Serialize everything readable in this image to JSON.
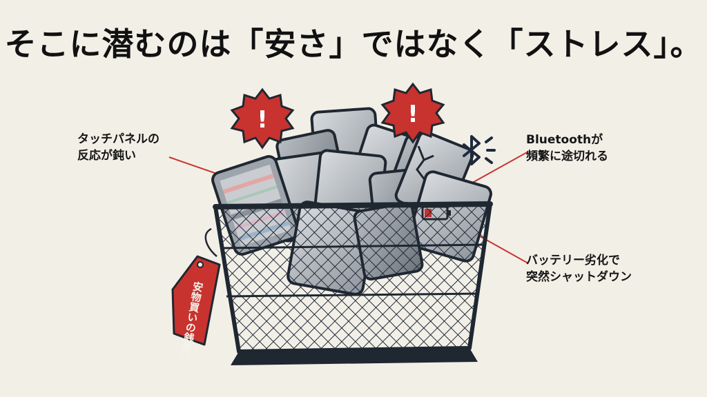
{
  "headline": "そこに潜むのは「安さ」ではなく「ストレス」。",
  "callouts": {
    "touch": {
      "line1": "タッチパネルの",
      "line2": "反応が鈍い"
    },
    "bluetooth": {
      "line1": "Bluetoothが",
      "line2": "頻繁に途切れる"
    },
    "battery": {
      "line1": "バッテリー劣化で",
      "line2": "突然シャットダウン"
    }
  },
  "price_tag": {
    "text": "安物買いの銭失い"
  },
  "alerts": {
    "symbol": "!"
  },
  "colors": {
    "background": "#f2efe7",
    "ink": "#1c2430",
    "accent_red": "#c8332f",
    "bluetooth_navy": "#1e2a3c"
  },
  "icons": [
    "alert-burst-icon",
    "bluetooth-icon",
    "low-battery-icon",
    "crack-icon",
    "price-tag-icon"
  ]
}
